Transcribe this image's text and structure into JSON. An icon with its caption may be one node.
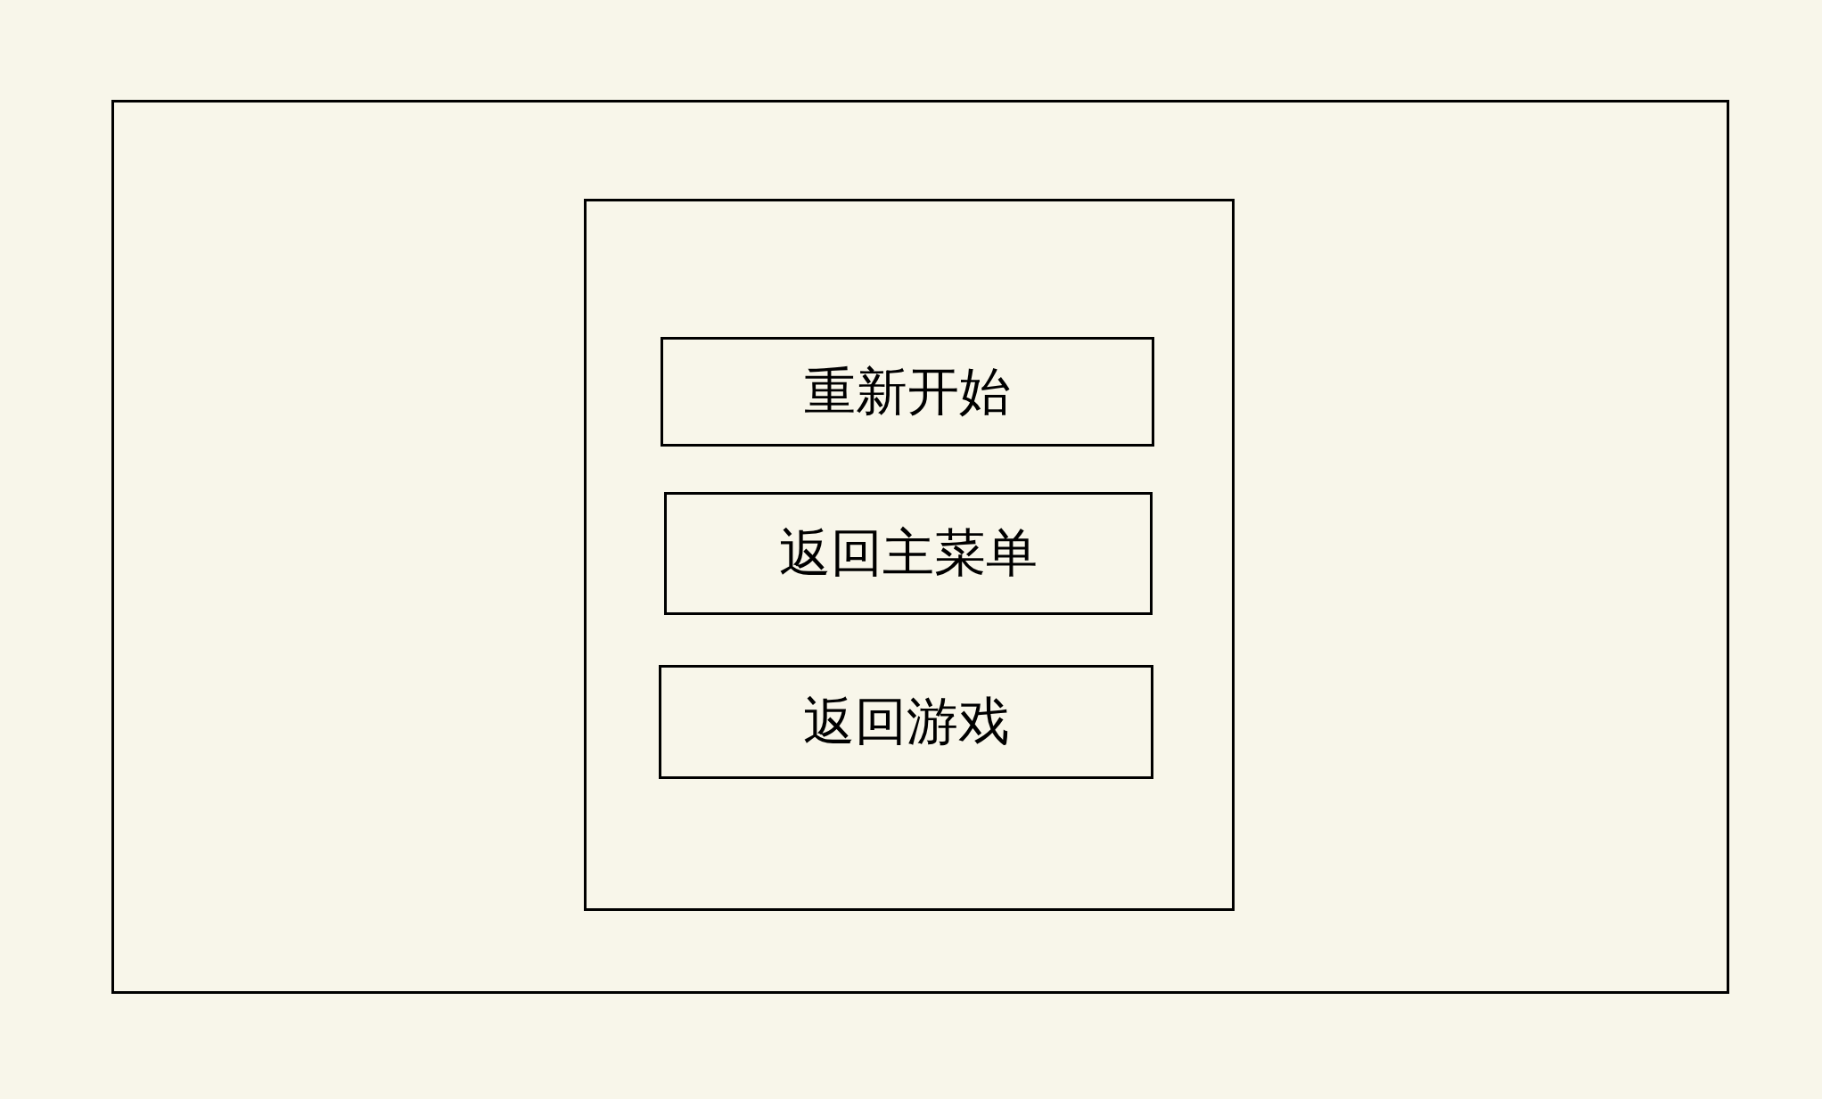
{
  "diagram": {
    "nodes": [
      {
        "text": [],
        "shape": "box"
      },
      {
        "text": [],
        "shape": "box",
        "in": 0
      },
      {
        "text": [
          "重新开始"
        ],
        "in": 1
      },
      {
        "text": [
          "返回主菜单"
        ],
        "in": 1
      },
      {
        "text": [
          "返回游戏"
        ],
        "in": 1
      }
    ]
  }
}
